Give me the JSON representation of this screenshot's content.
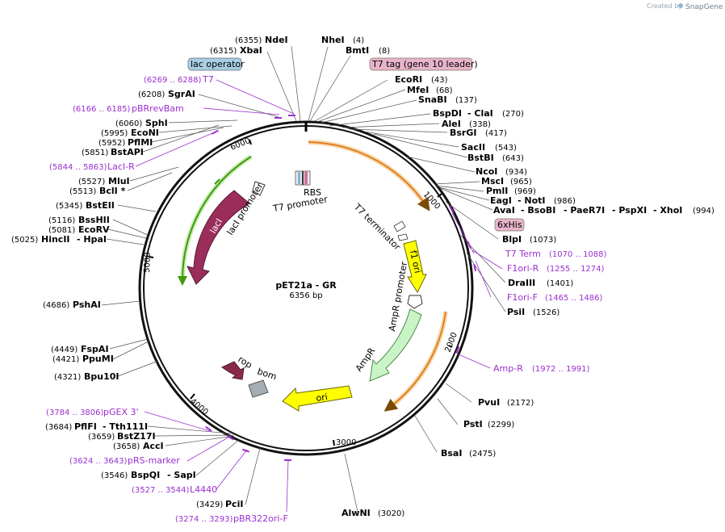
{
  "plasmid": {
    "name": "pET21a - GR",
    "size_label": "6356 bp"
  },
  "credit": {
    "created_by": "Created by",
    "brand": "SnapGene"
  },
  "ticks": [
    "1000",
    "2000",
    "3000",
    "4000",
    "5000",
    "6000"
  ],
  "features": {
    "laci": "lacI",
    "laci_promoter": "lacI promoter",
    "t7_promoter": "T7 promoter",
    "rbs": "RBS",
    "t7_terminator": "T7 terminator",
    "f1_ori": "f1 ori",
    "ampr_promoter": "AmpR promoter",
    "ampr": "AmpR",
    "ori": "ori",
    "rop": "rop",
    "bom": "bom"
  },
  "boxed": {
    "lac_operator": "lac operator",
    "t7_tag": "T7 tag (gene 10 leader)",
    "his": "6xHis"
  },
  "sites": {
    "ndei": {
      "pos": "(6355)",
      "name": "NdeI"
    },
    "xbai": {
      "pos": "(6315)",
      "name": "XbaI"
    },
    "nhei": {
      "pos": "(4)",
      "name": "NheI"
    },
    "bmti": {
      "pos": "(8)",
      "name": "BmtI"
    },
    "ecori": {
      "pos": "(43)",
      "name": "EcoRI"
    },
    "mfei": {
      "pos": "(68)",
      "name": "MfeI"
    },
    "snabi": {
      "pos": "(137)",
      "name": "SnaBI"
    },
    "bspdi": {
      "name": "BspDI",
      "name2": "- ClaI",
      "pos": "(270)"
    },
    "alei": {
      "pos": "(338)",
      "name": "AleI"
    },
    "bsrgi": {
      "pos": "(417)",
      "name": "BsrGI"
    },
    "sacii": {
      "pos": "(543)",
      "name": "SacII"
    },
    "bstbi": {
      "pos": "(643)",
      "name": "BstBI"
    },
    "ncoi": {
      "pos": "(934)",
      "name": "NcoI"
    },
    "msci": {
      "pos": "(965)",
      "name": "MscI"
    },
    "pmli": {
      "pos": "(969)",
      "name": "PmlI"
    },
    "eagi": {
      "name": "EagI",
      "name2": "- NotI",
      "pos": "(986)"
    },
    "avai": {
      "name": "AvaI",
      "name2": "- BsoBI",
      "name3": "- PaeR7I",
      "name4": "- PspXI",
      "name5": "- XhoI",
      "pos": "(994)"
    },
    "blpi": {
      "pos": "(1073)",
      "name": "BlpI"
    },
    "draiii": {
      "pos": "(1401)",
      "name": "DraIII"
    },
    "psii": {
      "pos": "(1526)",
      "name": "PsiI"
    },
    "pvui": {
      "pos": "(2172)",
      "name": "PvuI"
    },
    "psti": {
      "pos": "(2299)",
      "name": "PstI"
    },
    "bsai": {
      "pos": "(2475)",
      "name": "BsaI"
    },
    "alwni": {
      "pos": "(3020)",
      "name": "AlwNI"
    },
    "pcii": {
      "pos": "(3429)",
      "name": "PciI"
    },
    "bspqi": {
      "pos": "(3546)",
      "name": "BspQI",
      "name2": "- SapI"
    },
    "acci": {
      "pos": "(3658)",
      "name": "AccI"
    },
    "bstz17i": {
      "pos": "(3659)",
      "name": "BstZ17I"
    },
    "pflfi": {
      "pos": "(3684)",
      "name": "PflFI",
      "name2": "- Tth111I"
    },
    "bpu10i": {
      "pos": "(4321)",
      "name": "Bpu10I"
    },
    "ppumi": {
      "pos": "(4421)",
      "name": "PpuMI"
    },
    "fspai": {
      "pos": "(4449)",
      "name": "FspAI"
    },
    "pshai": {
      "pos": "(4686)",
      "name": "PshAI"
    },
    "hincii": {
      "pos": "(5025)",
      "name": "HincII",
      "name2": "- HpaI"
    },
    "ecorv": {
      "pos": "(5081)",
      "name": "EcoRV"
    },
    "bsshii": {
      "pos": "(5116)",
      "name": "BssHII"
    },
    "bsteii": {
      "pos": "(5345)",
      "name": "BstEII"
    },
    "bcli": {
      "pos": "(5513)",
      "name": "BclI *"
    },
    "mlui": {
      "pos": "(5527)",
      "name": "MluI"
    },
    "bstapi": {
      "pos": "(5851)",
      "name": "BstAPI"
    },
    "pflmi": {
      "pos": "(5952)",
      "name": "PflMI"
    },
    "econi": {
      "pos": "(5995)",
      "name": "EcoNI"
    },
    "sphi": {
      "pos": "(6060)",
      "name": "SphI"
    },
    "sgrai": {
      "pos": "(6208)",
      "name": "SgrAI"
    }
  },
  "primers": {
    "t7": {
      "pos": "(6269 .. 6288)",
      "name": "T7"
    },
    "pbrrevbam": {
      "pos": "(6166 .. 6185)",
      "name": "pBRrevBam"
    },
    "laci_r": {
      "pos": "(5844 .. 5863)",
      "name": "LacI-R"
    },
    "t7term": {
      "name": "T7 Term",
      "pos": "(1070 .. 1088)"
    },
    "f1ori_r": {
      "name": "F1ori-R",
      "pos": "(1255 .. 1274)"
    },
    "f1ori_f": {
      "name": "F1ori-F",
      "pos": "(1465 .. 1486)"
    },
    "amp_r": {
      "name": "Amp-R",
      "pos": "(1972 .. 1991)"
    },
    "pgex3": {
      "pos": "(3784 .. 3806)",
      "name": "pGEX 3'"
    },
    "prs_marker": {
      "pos": "(3624 .. 3643)",
      "name": "pRS-marker"
    },
    "l4440": {
      "pos": "(3527 .. 3544)",
      "name": "L4440"
    },
    "pbr322ori_f": {
      "pos": "(3274 .. 3293)",
      "name": "pBR322ori-F"
    }
  },
  "colors": {
    "laci": "#9b2d5b",
    "t7_box": "#e8b4cb",
    "lac_box": "#a7cfe2",
    "arc_orange": "#e0801f",
    "arc_green": "#3f9b10",
    "f1_yellow": "#ffff00",
    "ampr": "#c9f5c6",
    "bom": "#a3adb4",
    "primer": "#9b2fd0"
  }
}
